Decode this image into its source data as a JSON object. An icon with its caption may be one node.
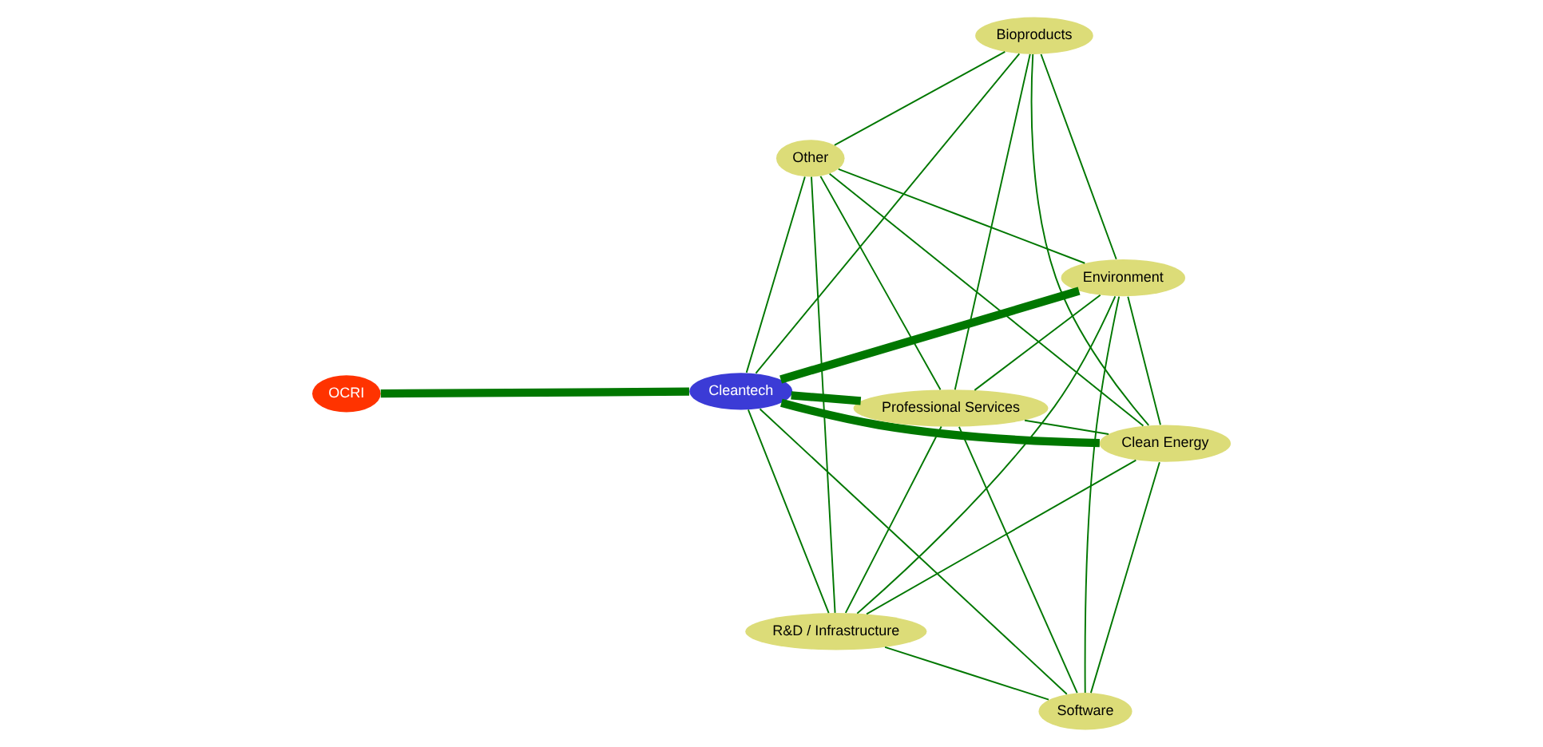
{
  "diagram": {
    "nodes": [
      {
        "text": [
          "OCRI"
        ]
      },
      {
        "text": [
          "Cleantech"
        ]
      },
      {
        "text": [
          "Clean Energy"
        ]
      },
      {
        "text": [
          "Bioproducts"
        ]
      },
      {
        "text": [
          "Environment"
        ]
      },
      {
        "text": [
          "Other"
        ]
      },
      {
        "text": [
          "R&D / Infrastructure"
        ]
      },
      {
        "text": [
          "Software"
        ]
      },
      {
        "text": [
          "Professional Services"
        ]
      }
    ],
    "edges": [
      {
        "from": 0,
        "to": 1,
        "arrow": "none",
        "style": "thick"
      },
      {
        "from": 1,
        "to": 2,
        "arrow": "none",
        "style": "thick"
      },
      {
        "from": 1,
        "to": 3,
        "arrow": "none"
      },
      {
        "from": 1,
        "to": 4,
        "arrow": "none",
        "style": "thick"
      },
      {
        "from": 1,
        "to": 5,
        "arrow": "none"
      },
      {
        "from": 1,
        "to": 6,
        "arrow": "none"
      },
      {
        "from": 1,
        "to": 7,
        "arrow": "none"
      },
      {
        "from": 1,
        "to": 8,
        "arrow": "none",
        "style": "thick"
      },
      {
        "from": 2,
        "to": 3,
        "arrow": "none"
      },
      {
        "from": 2,
        "to": 4,
        "arrow": "none"
      },
      {
        "from": 2,
        "to": 5,
        "arrow": "none"
      },
      {
        "from": 2,
        "to": 6,
        "arrow": "none"
      },
      {
        "from": 2,
        "to": 7,
        "arrow": "none"
      },
      {
        "from": 2,
        "to": 8,
        "arrow": "none"
      },
      {
        "from": 3,
        "to": 4,
        "arrow": "none"
      },
      {
        "from": 3,
        "to": 5,
        "arrow": "none"
      },
      {
        "from": 3,
        "to": 8,
        "arrow": "none"
      },
      {
        "from": 4,
        "to": 5,
        "arrow": "none"
      },
      {
        "from": 4,
        "to": 6,
        "arrow": "none"
      },
      {
        "from": 4,
        "to": 7,
        "arrow": "none"
      },
      {
        "from": 4,
        "to": 8,
        "arrow": "none"
      },
      {
        "from": 5,
        "to": 6,
        "arrow": "none"
      },
      {
        "from": 5,
        "to": 8,
        "arrow": "none"
      },
      {
        "from": 6,
        "to": 7,
        "arrow": "none"
      },
      {
        "from": 6,
        "to": 8,
        "arrow": "none"
      },
      {
        "from": 7,
        "to": 8,
        "arrow": "none"
      }
    ]
  }
}
